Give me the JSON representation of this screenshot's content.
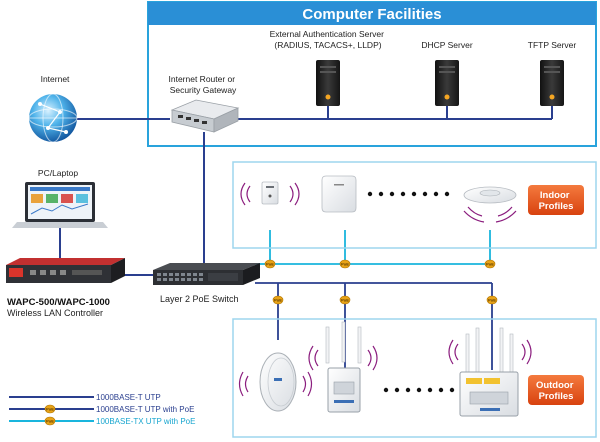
{
  "facilities": {
    "title": "Computer Facilities",
    "servers": [
      {
        "label_lines": [
          "External Authentication Server",
          "(RADIUS, TACACS+, LLDP)"
        ]
      },
      {
        "label_lines": [
          "DHCP Server"
        ]
      },
      {
        "label_lines": [
          "TFTP Server"
        ]
      }
    ]
  },
  "internet": {
    "label": "Internet"
  },
  "router": {
    "label_lines": [
      "Internet Router or",
      "Security Gateway"
    ]
  },
  "laptop": {
    "label": "PC/Laptop"
  },
  "controller": {
    "model": "WAPC-500/WAPC-1000",
    "description": "Wireless LAN Controller"
  },
  "switch": {
    "label": "Layer 2 PoE Switch"
  },
  "poe_badge": "PoE",
  "indoor": {
    "label_lines": [
      "Indoor",
      "Profiles"
    ]
  },
  "outdoor": {
    "label_lines": [
      "Outdoor",
      "Profiles"
    ]
  },
  "legend": [
    {
      "label": "1000BASE-T UTP",
      "color": "#2a3f8f",
      "poe": false
    },
    {
      "label": "1000BASE-T UTP with PoE",
      "color": "#2a3f8f",
      "poe": true
    },
    {
      "label": "100BASE-TX UTP with PoE",
      "color": "#19b5dd",
      "poe": true
    }
  ],
  "colors": {
    "frame": "#29a3dc",
    "title_bar": "#2a8fd6",
    "link": "#2a3f8f",
    "poe_link": "#19b5dd",
    "badge": "#e8a317",
    "profile": "#e5531a"
  }
}
